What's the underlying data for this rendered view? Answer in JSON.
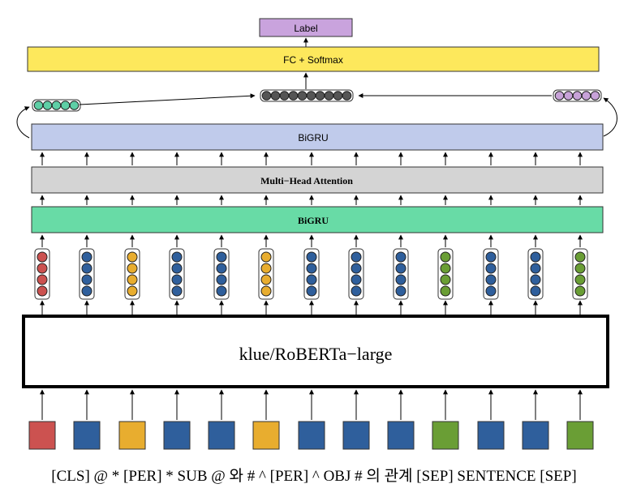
{
  "title": "",
  "nodes": {
    "label": "Label",
    "fc_softmax": "FC + Softmax",
    "bigru_top": "BiGRU",
    "multi_head_attention": "Multi−Head Attention",
    "bigru_bottom": "BiGRU",
    "encoder": "klue/RoBERTa−large"
  },
  "input_caption": "[CLS] @ * [PER] * SUB @ 와 # ^ [PER] ^ OBJ # 의 관계 [SEP] SENTENCE [SEP]",
  "token_colors": [
    "red",
    "blue",
    "orange",
    "blue",
    "blue",
    "orange",
    "blue",
    "blue",
    "blue",
    "green",
    "blue",
    "blue",
    "green"
  ],
  "palette": {
    "red": "#cc5250",
    "blue": "#2f5f9c",
    "orange": "#e8ad2f",
    "green": "#6a9e35",
    "label_fill": "#c9a3dd",
    "fc_fill": "#fde85c",
    "bigru_top_fill": "#c0cbeb",
    "attention_fill": "#d4d4d4",
    "bigru_bottom_fill": "#68dba6",
    "pooled_teal": "#5ecfa6",
    "pooled_gray": "#555555",
    "pooled_purple": "#c7a2d8"
  }
}
